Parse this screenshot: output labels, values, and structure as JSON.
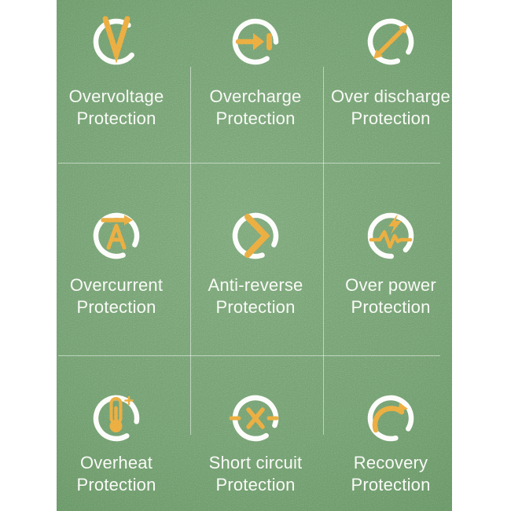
{
  "colors": {
    "page_bg": "#ffffff",
    "panel_green_center": "#78a476",
    "panel_green_edge": "#587f55",
    "grid_line": "rgba(255,255,255,0.5)",
    "icon_ring_white": "#fcfdfa",
    "icon_glyph_orange": "#eaa63c",
    "label_white": "#f8faf5"
  },
  "features": [
    {
      "icon": "overvoltage-icon",
      "line1": "Overvoltage",
      "line2": "Protection"
    },
    {
      "icon": "overcharge-icon",
      "line1": "Overcharge",
      "line2": "Protection"
    },
    {
      "icon": "over-discharge-icon",
      "line1": "Over discharge",
      "line2": "Protection"
    },
    {
      "icon": "overcurrent-icon",
      "line1": "Overcurrent",
      "line2": "Protection"
    },
    {
      "icon": "anti-reverse-icon",
      "line1": "Anti-reverse",
      "line2": "Protection"
    },
    {
      "icon": "over-power-icon",
      "line1": "Over power",
      "line2": "Protection"
    },
    {
      "icon": "overheat-icon",
      "line1": "Overheat",
      "line2": "Protection"
    },
    {
      "icon": "short-circuit-icon",
      "line1": "Short circuit",
      "line2": "Protection"
    },
    {
      "icon": "recovery-icon",
      "line1": "Recovery",
      "line2": "Protection"
    }
  ]
}
